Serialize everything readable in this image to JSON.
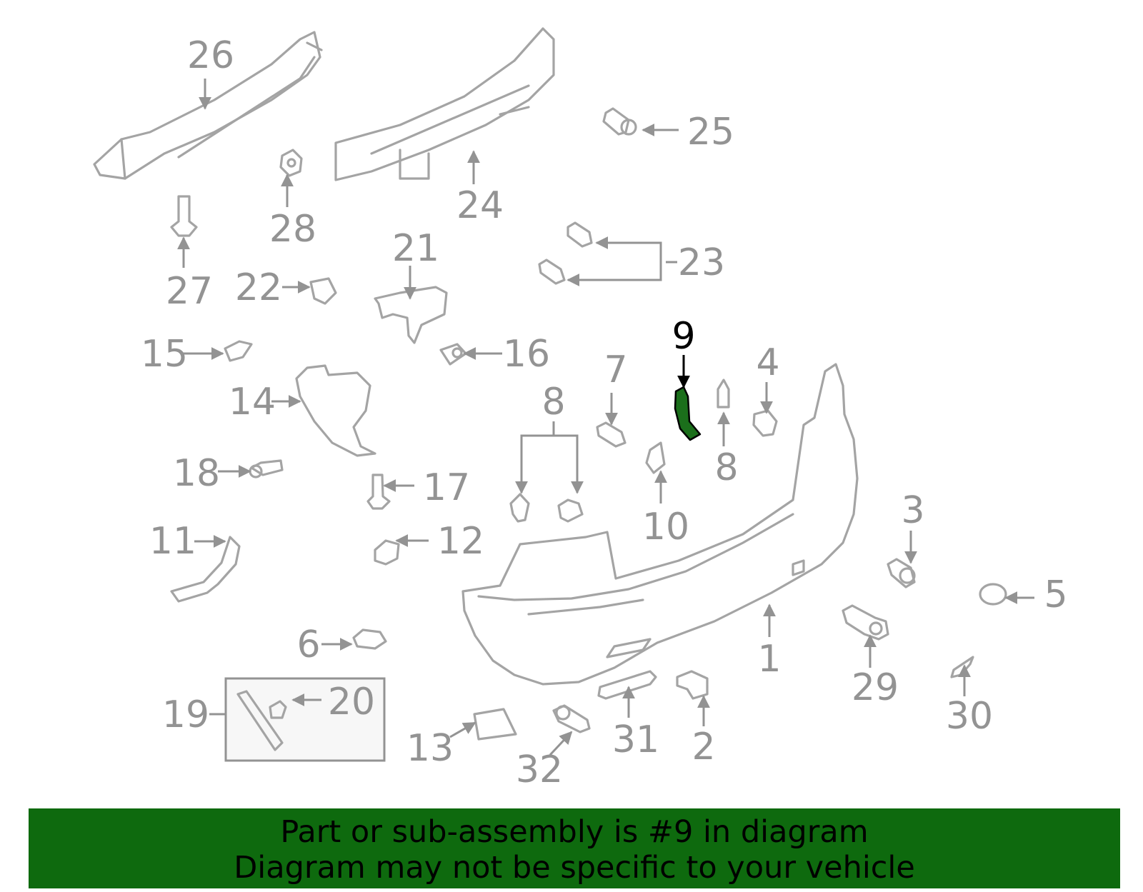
{
  "labels": [
    "26",
    "24",
    "25",
    "28",
    "27",
    "22",
    "21",
    "23",
    "15",
    "16",
    "14",
    "9",
    "4",
    "7",
    "8",
    "8",
    "18",
    "17",
    "10",
    "11",
    "12",
    "3",
    "5",
    "6",
    "1",
    "29",
    "19",
    "20",
    "13",
    "32",
    "31",
    "2",
    "30"
  ],
  "highlighted_part": "9",
  "colors": {
    "highlight_fill": "#1b6f1b",
    "banner_bg": "#0e6a0e",
    "part_stroke": "#a4a4a4",
    "label_text": "#939393"
  },
  "banner": {
    "line1": "Part or sub-assembly is #9 in diagram",
    "line2": "Diagram may not be specific to your vehicle"
  }
}
